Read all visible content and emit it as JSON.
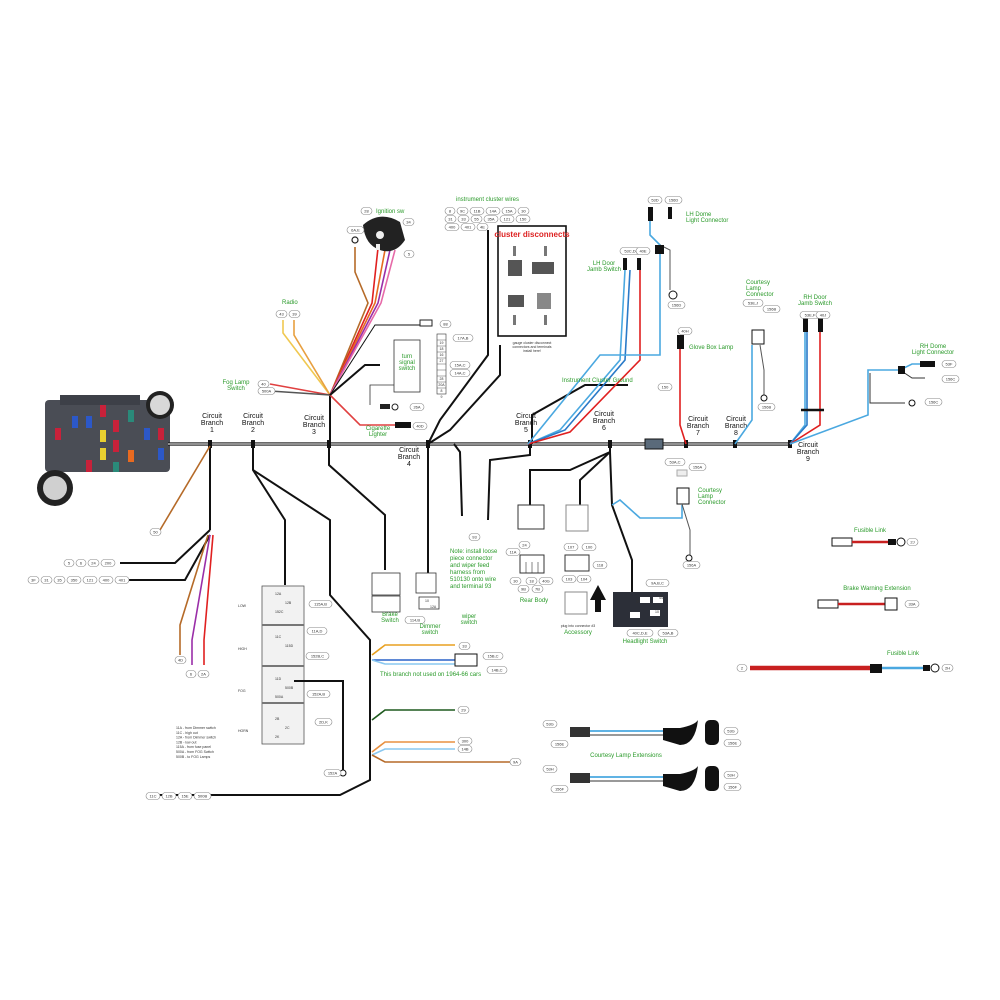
{
  "title": "Wiring Harness Diagram",
  "trunk": {
    "branches": [
      {
        "label": "Circuit Branch 1",
        "lines": [
          "Circuit",
          "Branch",
          "1"
        ]
      },
      {
        "label": "Circuit Branch 2",
        "lines": [
          "Circuit",
          "Branch",
          "2"
        ]
      },
      {
        "label": "Circuit Branch 3",
        "lines": [
          "Circuit",
          "Branch",
          "3"
        ]
      },
      {
        "label": "Circuit Branch 4",
        "lines": [
          "Circuit",
          "Branch",
          "4"
        ]
      },
      {
        "label": "Circuit Branch 5",
        "lines": [
          "Circuit",
          "Branch",
          "5"
        ]
      },
      {
        "label": "Circuit Branch 6",
        "lines": [
          "Circuit",
          "Branch",
          "6"
        ]
      },
      {
        "label": "Circuit Branch 7",
        "lines": [
          "Circuit",
          "Branch",
          "7"
        ]
      },
      {
        "label": "Circuit Branch 8",
        "lines": [
          "Circuit",
          "Branch",
          "8"
        ]
      },
      {
        "label": "Circuit Branch 9",
        "lines": [
          "Circuit",
          "Branch",
          "9"
        ]
      }
    ]
  },
  "components": {
    "ignition": {
      "label": "Ignition sw",
      "tags": [
        "28",
        "34",
        "5",
        "6A,E"
      ]
    },
    "radio": {
      "label": "Radio",
      "tags": [
        "43",
        "39"
      ]
    },
    "fog_lamp_switch": {
      "label_lines": [
        "Fog Lamp",
        "Switch"
      ],
      "tags": [
        "40",
        "500A"
      ]
    },
    "turn_signal": {
      "label_lines": [
        "turn",
        "signal",
        "switch"
      ],
      "tags": [
        "88",
        "17A,B",
        "15A,C",
        "14A,C",
        "26A"
      ],
      "pins": [
        "19",
        "18",
        "16",
        "27",
        "",
        "",
        "28",
        "20A",
        "8",
        "9"
      ]
    },
    "cigarette_lighter": {
      "label_lines": [
        "Cigarette",
        "Lighter"
      ],
      "tag": "40D"
    },
    "instrument_cluster_wires": {
      "label": "instrument cluster wires",
      "rows": [
        [
          "8",
          "9C",
          "11B",
          "14A",
          "15A",
          "30"
        ],
        [
          "31",
          "33",
          "55",
          "35A",
          "121",
          "150"
        ],
        [
          "400",
          "401",
          "4E"
        ]
      ]
    },
    "cluster_disconnects": {
      "title": "cluster disconnects",
      "note": "gauge cluster disconnect connectors and terminals install here!"
    },
    "lh_dome": {
      "label_lines": [
        "LH Dome",
        "Light Connector"
      ],
      "tags": [
        "53D",
        "156D",
        "156D"
      ]
    },
    "lh_door_jamb": {
      "label_lines": [
        "LH Door",
        "Jamb Switch"
      ],
      "tags": [
        "53C,D",
        "40E"
      ]
    },
    "courtesy_lamp_top": {
      "label_lines": [
        "Courtesy",
        "Lamp",
        "Connector"
      ],
      "tags": [
        "53E,J",
        "156B",
        "156B"
      ]
    },
    "rh_door_jamb": {
      "label_lines": [
        "RH Door",
        "Jamb Switch"
      ],
      "tags": [
        "53E,F",
        "40J"
      ]
    },
    "rh_dome": {
      "label_lines": [
        "RH Dome",
        "Light Connector"
      ],
      "tags": [
        "53F",
        "156C",
        "156C"
      ]
    },
    "glove_box": {
      "label": "Glove Box Lamp",
      "tag": "40H"
    },
    "instrument_cluster_ground": {
      "label": "Instrument Cluster Ground",
      "tag": "150"
    },
    "note": {
      "lines": [
        "Note: install loose",
        "piece connector",
        "and wiper feed",
        "harness from",
        "510130 onto wire",
        "and terminal 93"
      ],
      "tag": "93"
    },
    "rear_body": {
      "label": "Rear Body",
      "tags": [
        "24",
        "11A",
        "30",
        "18",
        "40G",
        "9B",
        "7B"
      ]
    },
    "accessory": {
      "label": "Accessory",
      "caption": "plug into connector #3",
      "tags": [
        "107",
        "100",
        "118",
        "103",
        "104"
      ]
    },
    "headlight_switch": {
      "label": "Headlight Switch",
      "tags": [
        "9A,B,C",
        "40C,D,E",
        "53A,B"
      ],
      "pins": [
        "2F",
        "44",
        "10"
      ]
    },
    "courtesy_lamp_mid": {
      "label_lines": [
        "Courtesy",
        "Lamp",
        "Connector"
      ],
      "tags": [
        "53A,C",
        "156A",
        "156A"
      ]
    },
    "brake_switch": {
      "label_lines": [
        "Brake",
        "Switch"
      ],
      "tag": "114,B"
    },
    "dimmer_switch": {
      "label_lines": [
        "Dimmer",
        "switch"
      ],
      "tags": [
        "10",
        "12A"
      ]
    },
    "wiper_switch": {
      "label_lines": [
        "wiper",
        "switch"
      ]
    },
    "branch1_bundles": {
      "tag_50": "50",
      "row1": [
        "5",
        "6",
        "24",
        "200"
      ],
      "row2": [
        "3F",
        "31",
        "35",
        "350",
        "121",
        "400",
        "401"
      ],
      "leads": [
        "4D",
        "6",
        "2A"
      ]
    },
    "relays": {
      "rows": [
        {
          "name": "LOW",
          "pins": [
            "12A",
            "12B",
            "152C"
          ],
          "tag": "115A,B"
        },
        {
          "name": "HIGH",
          "pins": [
            "11C",
            "115D"
          ],
          "tags": [
            "11A,D",
            "152B,C"
          ]
        },
        {
          "name": "FOG",
          "pins": [
            "11D",
            "500B",
            "500A"
          ],
          "tag": "152A,B"
        },
        {
          "name": "HORN",
          "pins": [
            "2B",
            "2C",
            "2K"
          ],
          "tag": "2D,K"
        }
      ],
      "ground_tag": "152A"
    },
    "legend": [
      "11A - from Dimmer switch",
      "11C - high out",
      "12A - from Dimmer switch",
      "12B - low out",
      "115A - from fuse panel",
      "500A - from FOG Switch",
      "500B - to FOG Lamps"
    ],
    "bottom_tags": [
      "11C",
      "12B",
      "15E",
      "500B"
    ],
    "branch_outputs": {
      "note": "This branch not used on 1964-66 cars",
      "tags": [
        "33",
        "15B,C",
        "14B,C",
        "29",
        "300",
        "14B",
        "9A"
      ]
    },
    "fusible_link_1": {
      "label": "Fusible Link",
      "tag": "2J"
    },
    "brake_warning_ext": {
      "label": "Brake Warning Extension",
      "tag": "33A"
    },
    "fusible_link_2": {
      "label": "Fusible Link",
      "tags": [
        "2",
        "2H"
      ]
    },
    "courtesy_ext": {
      "label": "Courtesy Lamp Extensions",
      "tags": [
        "53G",
        "156E",
        "53G",
        "156E",
        "53H",
        "156F",
        "53H",
        "156F"
      ]
    }
  },
  "colors": {
    "red": "#cc2222",
    "blue": "#4aa8e0",
    "orange": "#e69a2e",
    "brown": "#b56a28",
    "purple": "#9a2ea8",
    "pink": "#e66aa8",
    "green_label": "#2a9a2a",
    "dark_green": "#1e5a1e",
    "yellow": "#f0c850"
  }
}
